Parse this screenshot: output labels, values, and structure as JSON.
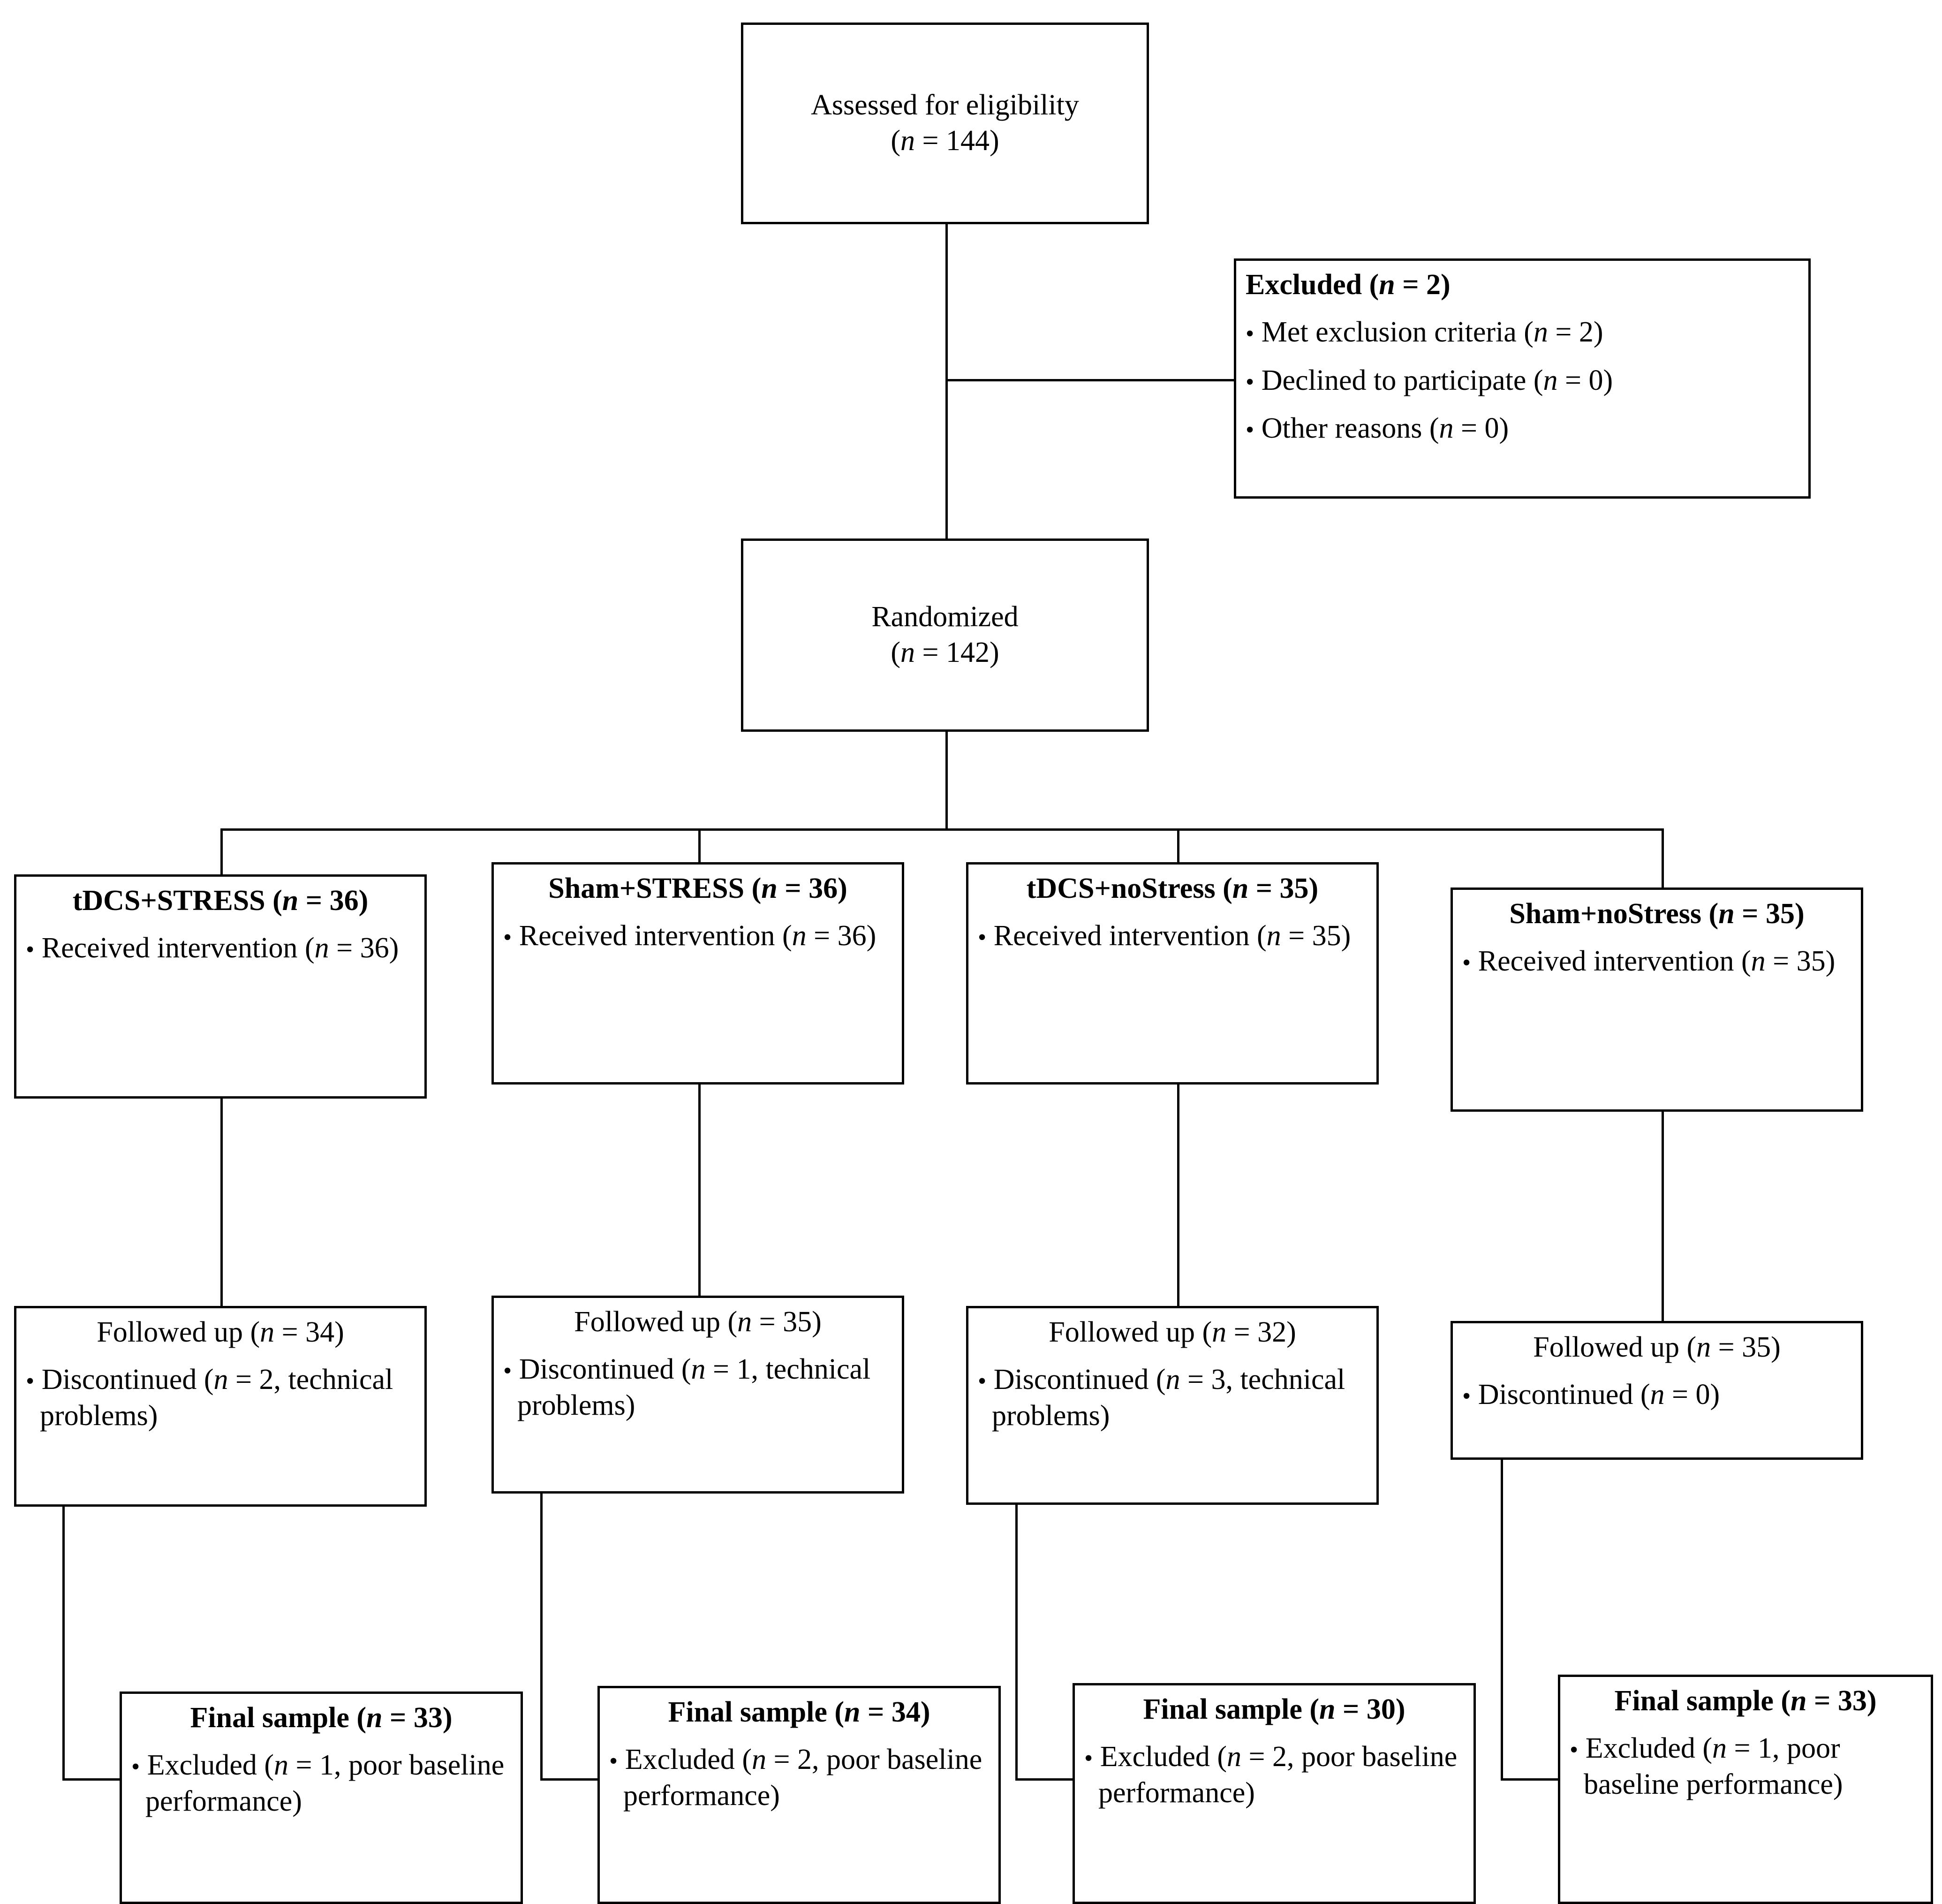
{
  "diagram": {
    "type": "consort-flow-diagram",
    "colors": {
      "stroke": "#000000",
      "background": "#ffffff",
      "text": "#000000"
    },
    "enrollment": {
      "assessed": {
        "title": "Assessed for eligibility",
        "subline": "(n = 144)",
        "n": 144
      },
      "excluded": {
        "title": "Excluded (n = 2)",
        "n": 2,
        "reasons": [
          {
            "label": "Met exclusion criteria (n = 2)",
            "n": 2
          },
          {
            "label": "Declined to participate (n = 0)",
            "n": 0
          },
          {
            "label": "Other reasons (n = 0)",
            "n": 0
          }
        ]
      },
      "randomized": {
        "title": "Randomized",
        "subline": "(n = 142)",
        "n": 142
      }
    },
    "arms": [
      {
        "allocation": {
          "title": "tDCS+STRESS (n = 36)",
          "group": "tDCS+STRESS",
          "n": 36,
          "bullets": [
            {
              "label": "Received intervention (n = 36)",
              "n": 36
            }
          ]
        },
        "followup": {
          "title": "Followed up (n = 34)",
          "n": 34,
          "bullets": [
            {
              "label": "Discontinued (n = 2, technical problems)",
              "n": 2,
              "reason": "technical problems"
            }
          ]
        },
        "final": {
          "title": "Final sample (n = 33)",
          "n": 33,
          "bullets": [
            {
              "label": "Excluded (n = 1, poor baseline performance)",
              "n": 1,
              "reason": "poor baseline performance"
            }
          ]
        }
      },
      {
        "allocation": {
          "title": "Sham+STRESS (n = 36)",
          "group": "Sham+STRESS",
          "n": 36,
          "bullets": [
            {
              "label": "Received intervention (n = 36)",
              "n": 36
            }
          ]
        },
        "followup": {
          "title": "Followed up (n = 35)",
          "n": 35,
          "bullets": [
            {
              "label": "Discontinued (n = 1, technical problems)",
              "n": 1,
              "reason": "technical problems"
            }
          ]
        },
        "final": {
          "title": "Final sample (n = 34)",
          "n": 34,
          "bullets": [
            {
              "label": "Excluded (n = 2, poor baseline performance)",
              "n": 2,
              "reason": "poor baseline performance"
            }
          ]
        }
      },
      {
        "allocation": {
          "title": "tDCS+noStress (n = 35)",
          "group": "tDCS+noStress",
          "n": 35,
          "bullets": [
            {
              "label": "Received intervention (n = 35)",
              "n": 35
            }
          ]
        },
        "followup": {
          "title": "Followed up (n = 32)",
          "n": 32,
          "bullets": [
            {
              "label": "Discontinued (n = 3, technical problems)",
              "n": 3,
              "reason": "technical problems"
            }
          ]
        },
        "final": {
          "title": "Final sample (n = 30)",
          "n": 30,
          "bullets": [
            {
              "label": "Excluded (n = 2, poor baseline performance)",
              "n": 2,
              "reason": "poor baseline performance"
            }
          ]
        }
      },
      {
        "allocation": {
          "title": "Sham+noStress (n = 35)",
          "group": "Sham+noStress",
          "n": 35,
          "bullets": [
            {
              "label": "Received intervention (n = 35)",
              "n": 35
            }
          ]
        },
        "followup": {
          "title": "Followed up (n = 35)",
          "n": 35,
          "bullets": [
            {
              "label": "Discontinued (n = 0)",
              "n": 0
            }
          ]
        },
        "final": {
          "title": "Final sample (n = 33)",
          "n": 33,
          "bullets": [
            {
              "label": "Excluded (n = 1, poor baseline performance)",
              "n": 1,
              "reason": "poor baseline performance"
            }
          ]
        }
      }
    ]
  }
}
